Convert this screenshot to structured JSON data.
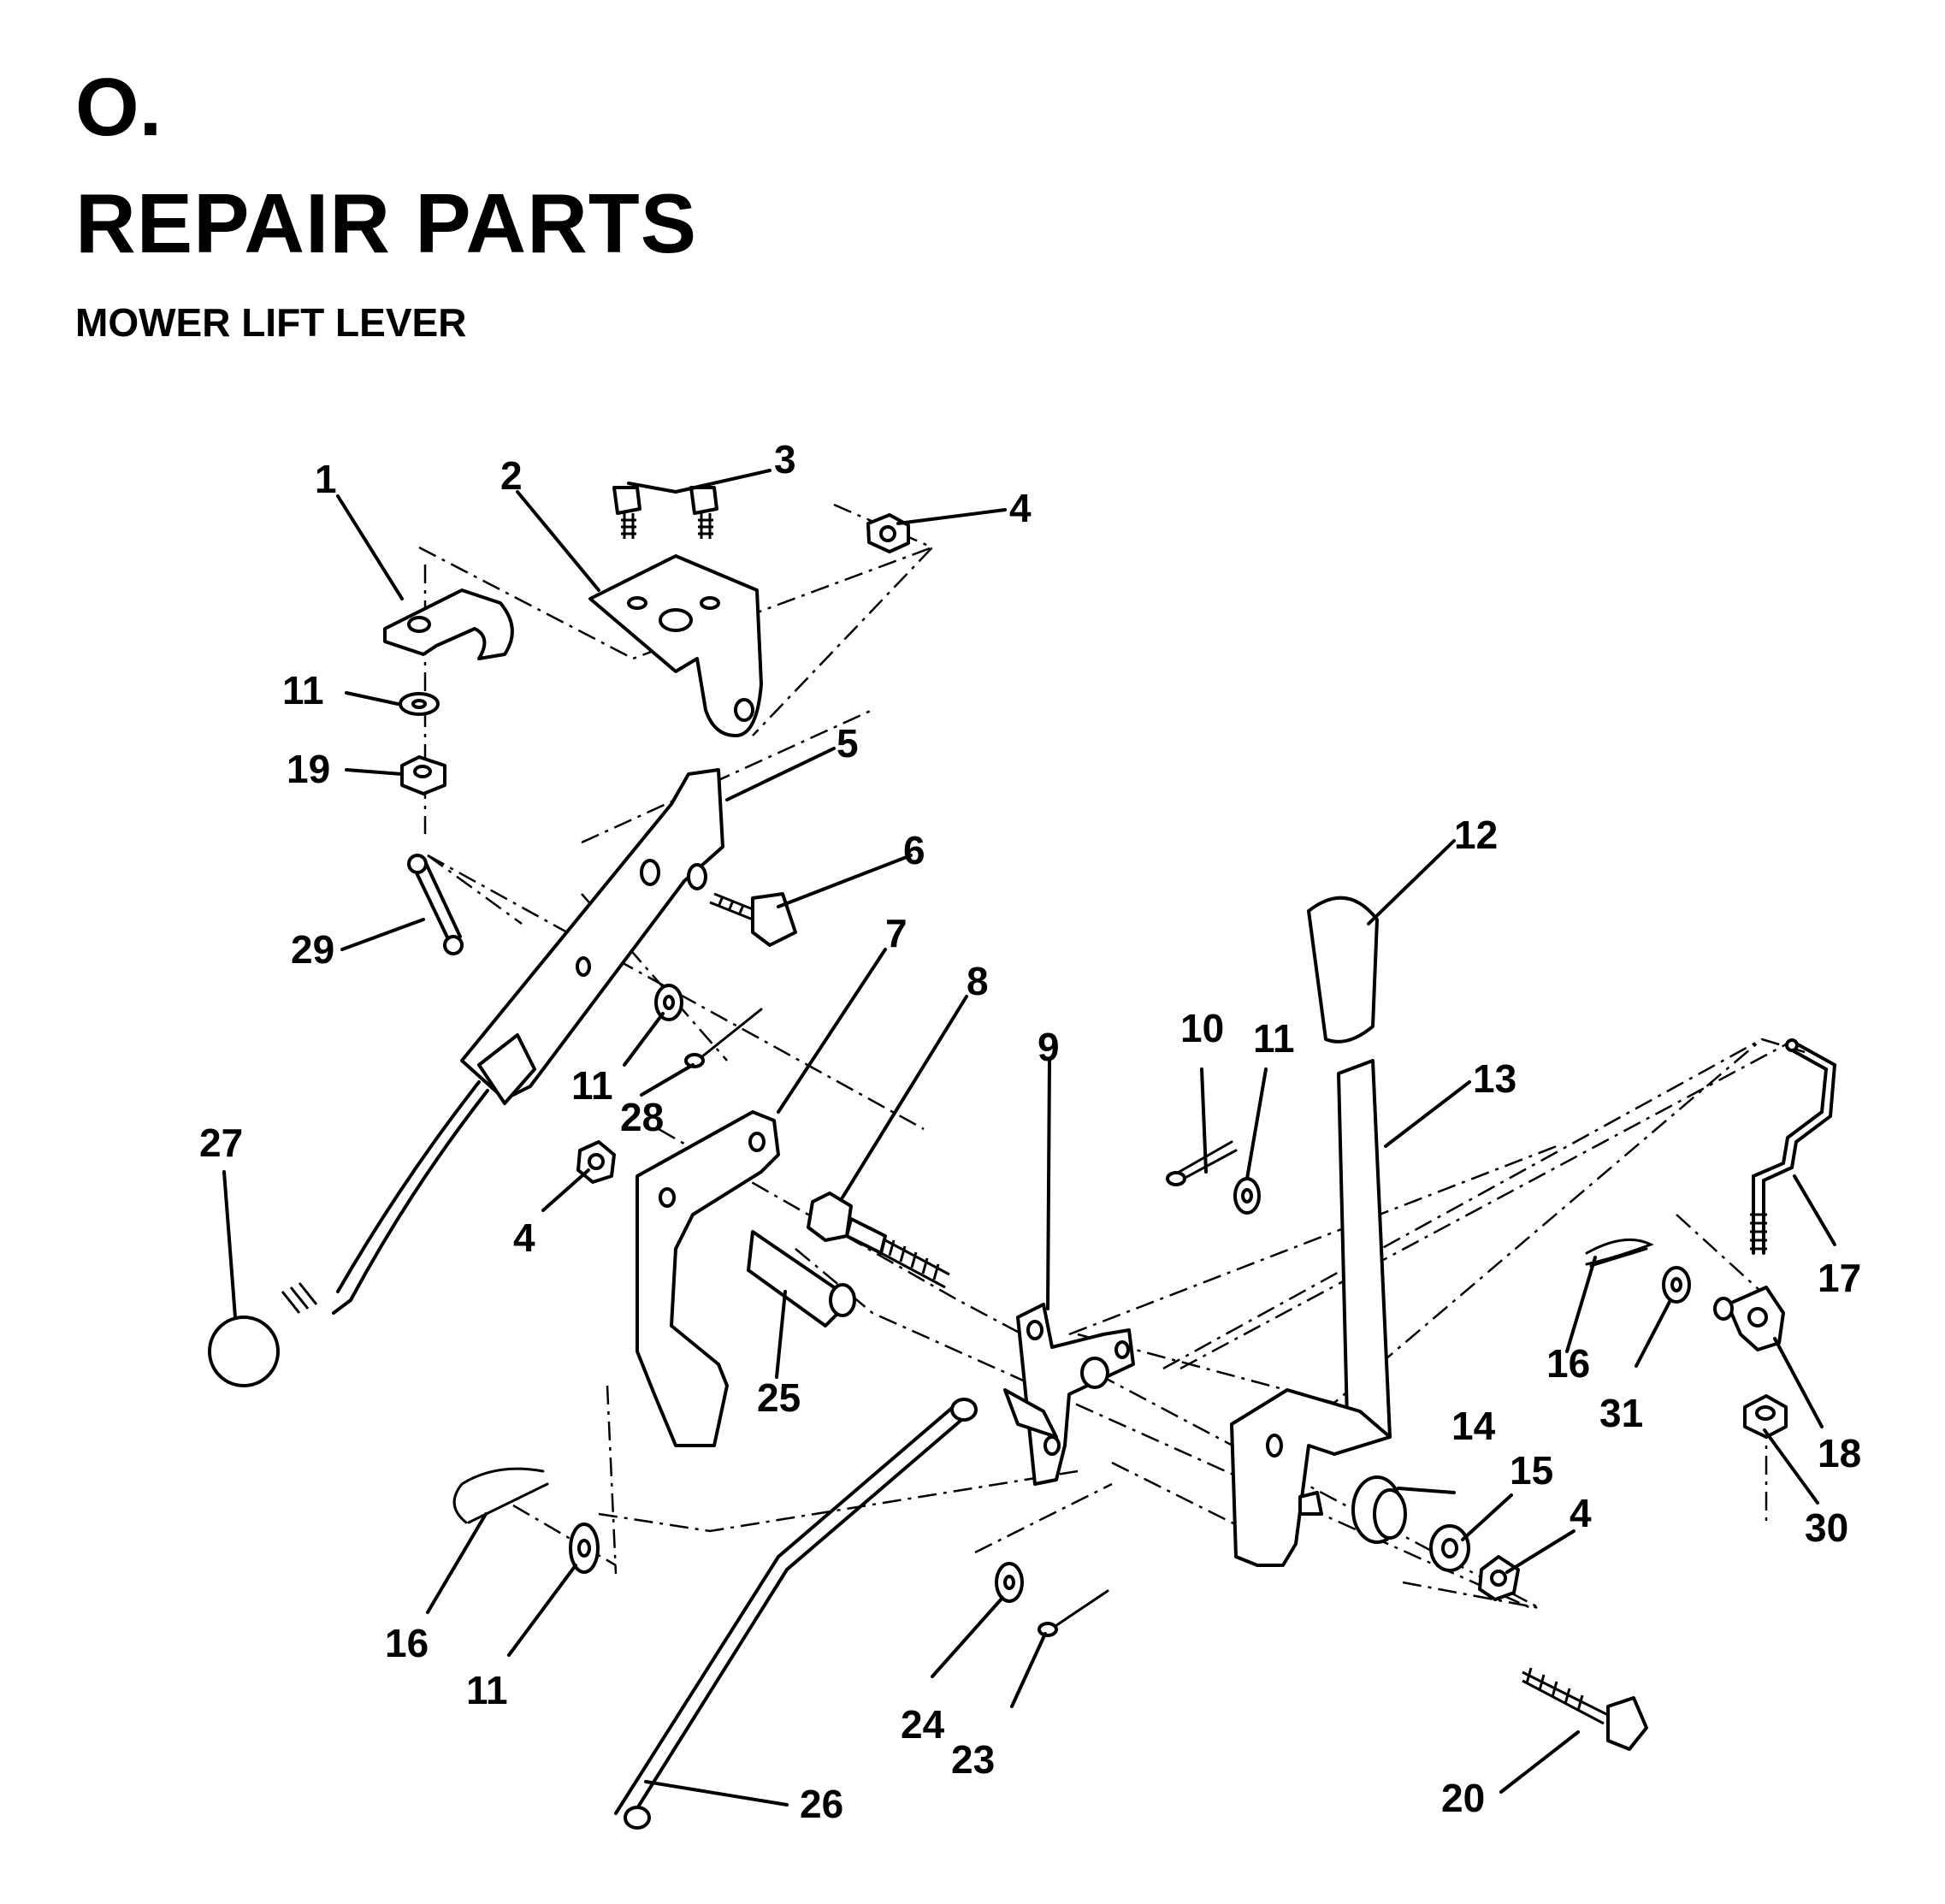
{
  "header": {
    "section_letter": "O.",
    "title": "REPAIR PARTS",
    "subtitle": "MOWER LIFT LEVER"
  },
  "callouts": [
    "1",
    "2",
    "3",
    "4",
    "11",
    "19",
    "5",
    "6",
    "29",
    "12",
    "7",
    "8",
    "9",
    "10",
    "11",
    "13",
    "11",
    "28",
    "27",
    "4",
    "17",
    "16",
    "31",
    "25",
    "18",
    "14",
    "15",
    "4",
    "30",
    "16",
    "11",
    "24",
    "23",
    "20",
    "26"
  ]
}
